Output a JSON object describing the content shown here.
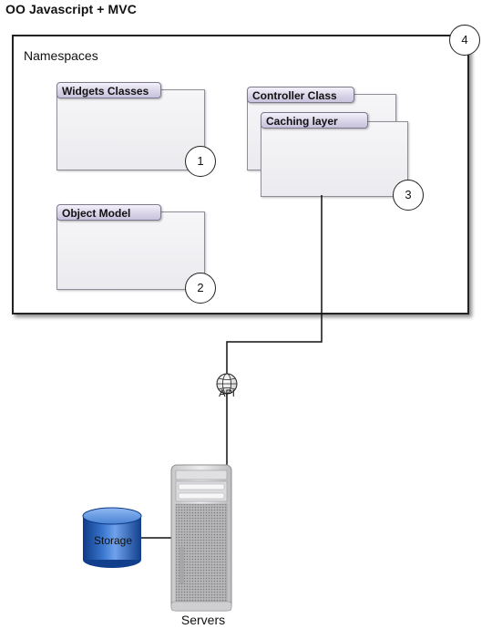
{
  "title": "OO Javascript + MVC",
  "namespace": {
    "label": "Namespaces",
    "number": "4"
  },
  "packages": [
    {
      "name": "Widgets Classes",
      "number": "1"
    },
    {
      "name": "Object Model",
      "number": "2"
    },
    {
      "name": "Controller Class",
      "number": ""
    },
    {
      "name": "Caching layer",
      "number": "3"
    }
  ],
  "api": {
    "label": "API",
    "icon": "globe-icon"
  },
  "storage": {
    "label": "Storage",
    "icon": "database-cylinder-icon"
  },
  "servers": {
    "label": "Servers",
    "icon": "server-tower-icon"
  }
}
